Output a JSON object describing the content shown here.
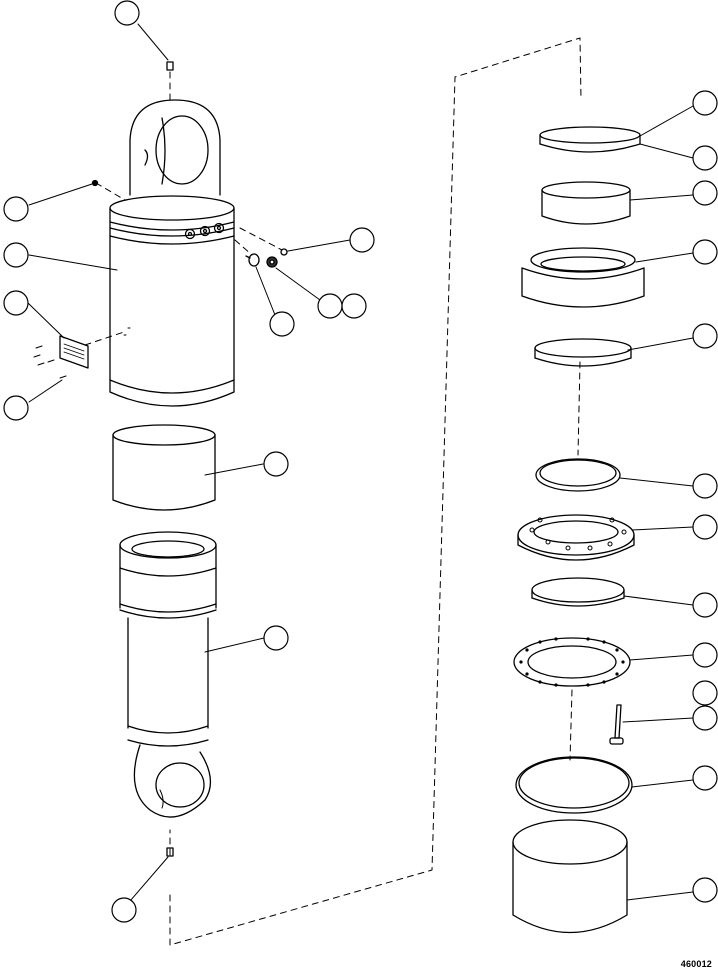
{
  "figure": {
    "id_label": "460012",
    "line_color": "#000000",
    "background": "#ffffff"
  },
  "callouts": {
    "count": 25,
    "style": "empty-circle"
  },
  "parts": [
    "grease-fitting-top",
    "grease-fitting-side",
    "barrel",
    "decal",
    "drive-screws",
    "plug",
    "seal-washer",
    "o-ring",
    "bushing-upper",
    "rod",
    "grease-fitting-bottom",
    "wear-ring",
    "backup-ring",
    "wiper-bushing",
    "head-gland",
    "rod-seal",
    "piston-seal",
    "retaining-flange",
    "seal-ring",
    "gasket-flange",
    "bolt",
    "o-ring-large",
    "piston"
  ]
}
